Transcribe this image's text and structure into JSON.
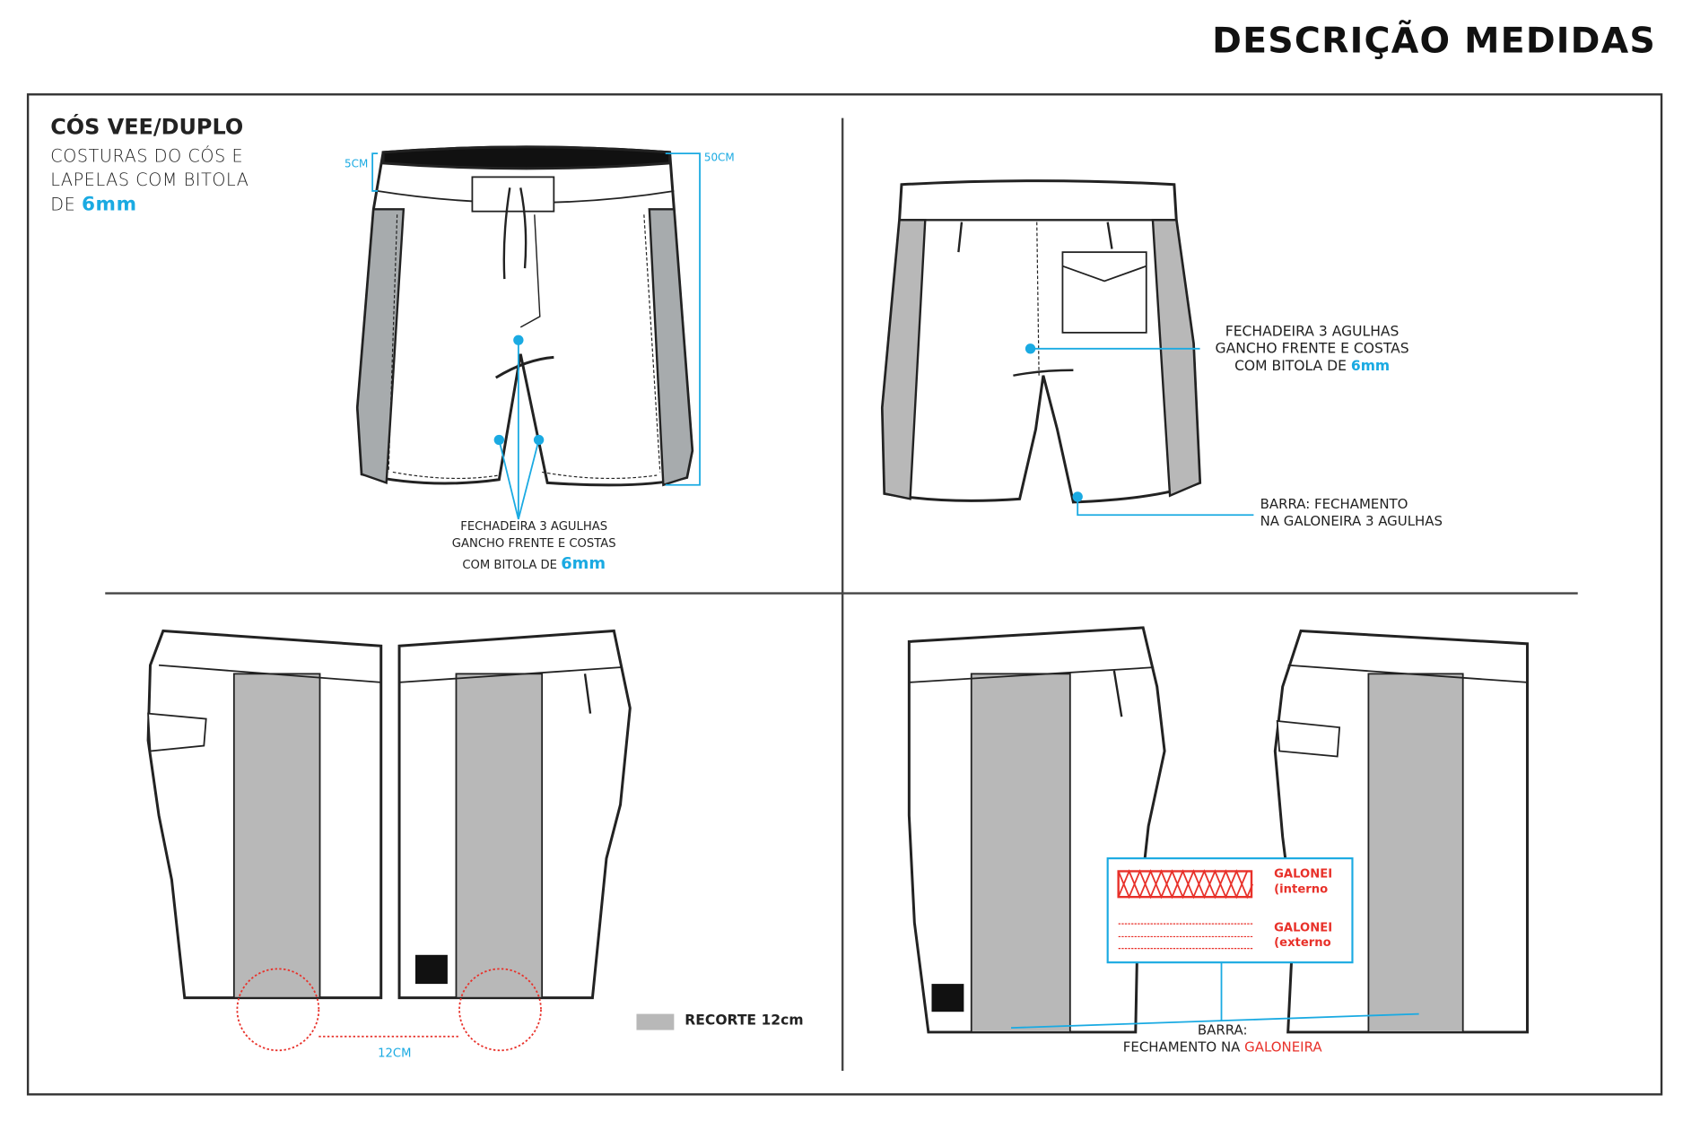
{
  "title": "DESCRIÇÃO MEDIDAS",
  "panel_front": {
    "heading": "CÓS VEE/DUPLO",
    "desc_line1": "COSTURAS DO CÓS E",
    "desc_line2": "LAPELAS  COM BITOLA",
    "desc_line3_prefix": "DE",
    "desc_highlight": "6mm",
    "dim_waistband": "5CM",
    "dim_length": "50CM",
    "note_line1": "FECHADEIRA 3 AGULHAS",
    "note_line2": "GANCHO FRENTE E COSTAS",
    "note_line3_prefix": "COM BITOLA DE",
    "note_highlight": "6mm"
  },
  "panel_back": {
    "note_line1": "FECHADEIRA 3 AGULHAS",
    "note_line2": "GANCHO FRENTE E COSTAS",
    "note_line3_prefix": "COM BITOLA DE",
    "note_highlight": "6mm",
    "hem_line1": "BARRA: FECHAMENTO",
    "hem_line2": "NA GALONEIRA 3 AGULHAS"
  },
  "panel_sides": {
    "dim_recorte": "12CM",
    "legend_label": "RECORTE 12cm"
  },
  "panel_sides_detail": {
    "galonei_interno_1": "GALONEI",
    "galonei_interno_2": "(interno",
    "galonei_externo_1": "GALONEI",
    "galonei_externo_2": "(externo",
    "hem_line1": "BARRA:",
    "hem_line2_prefix": "FECHAMENTO NA",
    "hem_highlight": "GALONEIRA"
  },
  "colors": {
    "accent": "#1aaae2",
    "red": "#e8312a",
    "panel_gray": "#b8b8b8"
  }
}
